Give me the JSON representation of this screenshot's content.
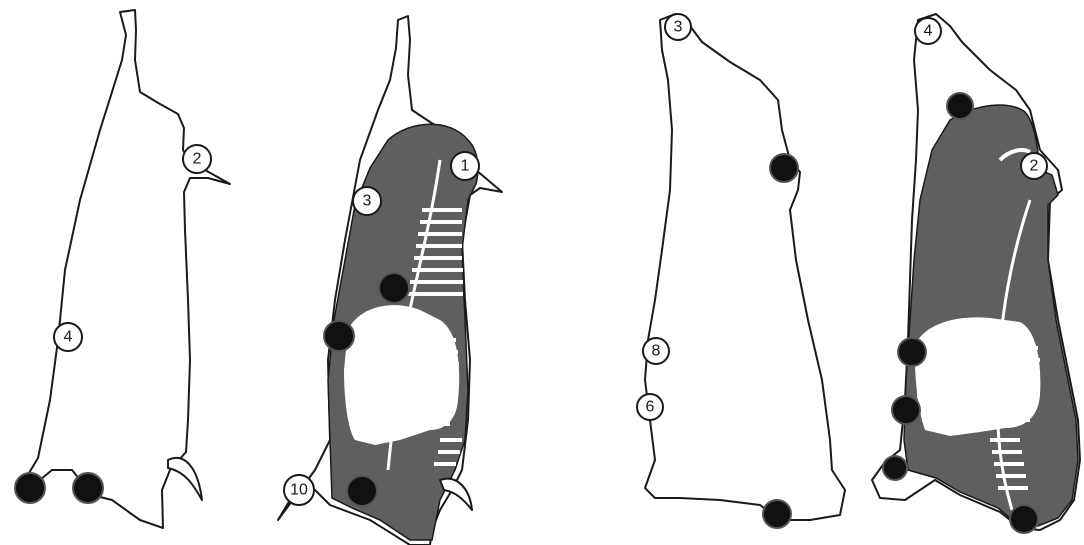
{
  "colors": {
    "outline": "#1a1a1a",
    "muscle_shading": "#5f5f5f",
    "marker_dot": "#111111",
    "background": "#ffffff"
  },
  "panels": [
    {
      "labels": [
        "2",
        "4"
      ],
      "dot_count": 2
    },
    {
      "labels": [
        "1",
        "3",
        "10"
      ],
      "dot_count": 3
    },
    {
      "labels": [
        "3",
        "8",
        "6"
      ],
      "dot_count": 2
    },
    {
      "labels": [
        "4",
        "2"
      ],
      "dot_count": 5
    }
  ]
}
